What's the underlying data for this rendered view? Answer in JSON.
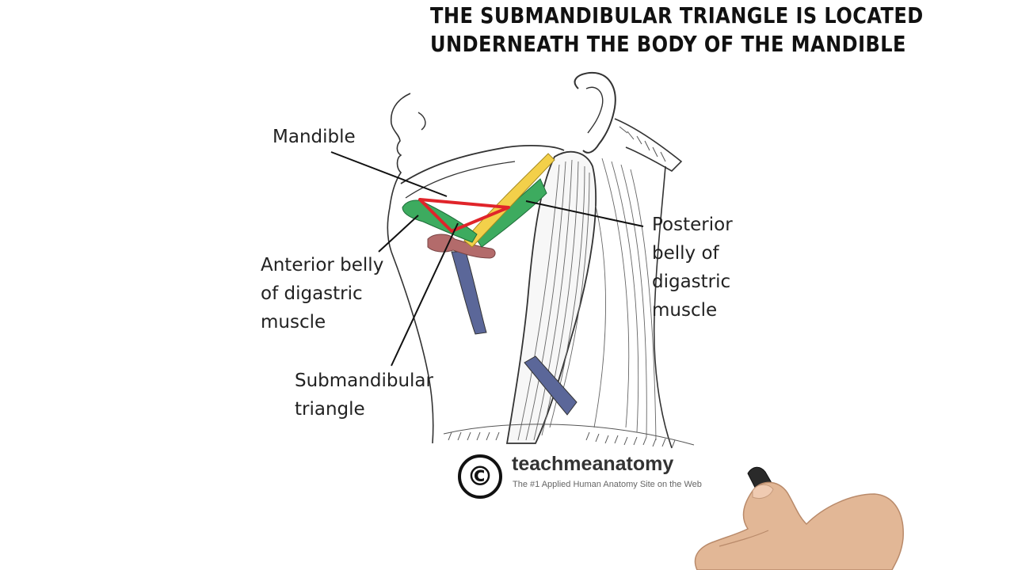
{
  "heading": {
    "line1": "THE SUBMANDIBULAR TRIANGLE IS LOCATED",
    "line2": "UNDERNEATH THE BODY OF THE MANDIBLE"
  },
  "labels": {
    "mandible": "Mandible",
    "posterior_1": "Posterior",
    "posterior_2": "belly of",
    "posterior_3": "digastric",
    "posterior_4": "muscle",
    "anterior_1": "Anterior belly",
    "anterior_2": "of digastric",
    "anterior_3": "muscle",
    "submand_1": "Submandibular",
    "submand_2": "triangle"
  },
  "logo": {
    "symbol": "©",
    "brand": "teachmeanatomy",
    "tagline": "The #1 Applied Human Anatomy Site on the Web"
  },
  "colors": {
    "digastric_green": "#3dab5f",
    "stylohyoid_yellow": "#f3d04a",
    "triangle_red": "#e0242a",
    "hyoid": "#b36b6b",
    "omohyoid_blue": "#5b6799"
  }
}
